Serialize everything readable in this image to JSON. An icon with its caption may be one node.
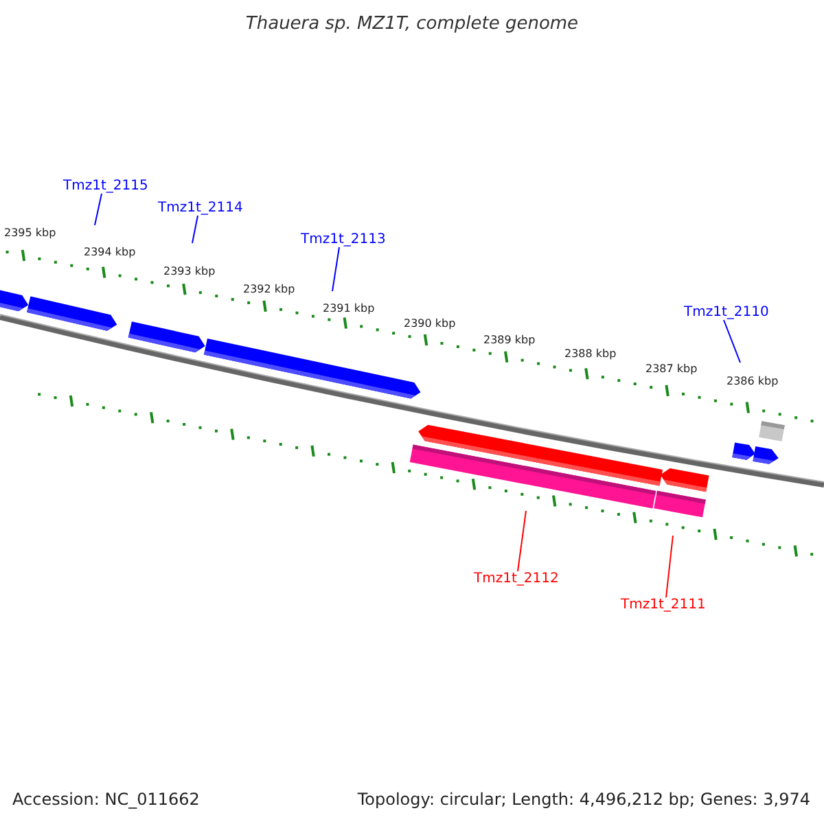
{
  "diagram": {
    "title": "Thauera sp. MZ1T, complete genome",
    "nodes": [
      {
        "text": [
          "Tmz1t_2115"
        ]
      },
      {
        "text": [
          "Tmz1t_2114"
        ]
      },
      {
        "text": [
          "Tmz1t_2113"
        ]
      },
      {
        "text": [
          "Tmz1t_2110"
        ]
      },
      {
        "text": [
          "Tmz1t_2112"
        ]
      },
      {
        "text": [
          "Tmz1t_2111"
        ]
      }
    ],
    "edges": [
      {
        "from": 0,
        "to": null,
        "arrow": "none"
      },
      {
        "from": 1,
        "to": null,
        "arrow": "none"
      },
      {
        "from": 2,
        "to": null,
        "arrow": "none"
      },
      {
        "from": 3,
        "to": null,
        "arrow": "none"
      },
      {
        "from": 4,
        "to": null,
        "arrow": "none",
        "color": "#ff0000"
      },
      {
        "from": 5,
        "to": null,
        "arrow": "none",
        "color": "#ff0000"
      }
    ],
    "labels": [
      "2395 kbp",
      "2394 kbp",
      "2393 kbp",
      "2392 kbp",
      "2391 kbp",
      "2390 kbp",
      "2389 kbp",
      "2388 kbp",
      "2387 kbp",
      "2386 kbp",
      "Accession: NC_011662",
      "Topology: circular; Length: 4,496,212 bp; Genes: 3,974"
    ]
  }
}
